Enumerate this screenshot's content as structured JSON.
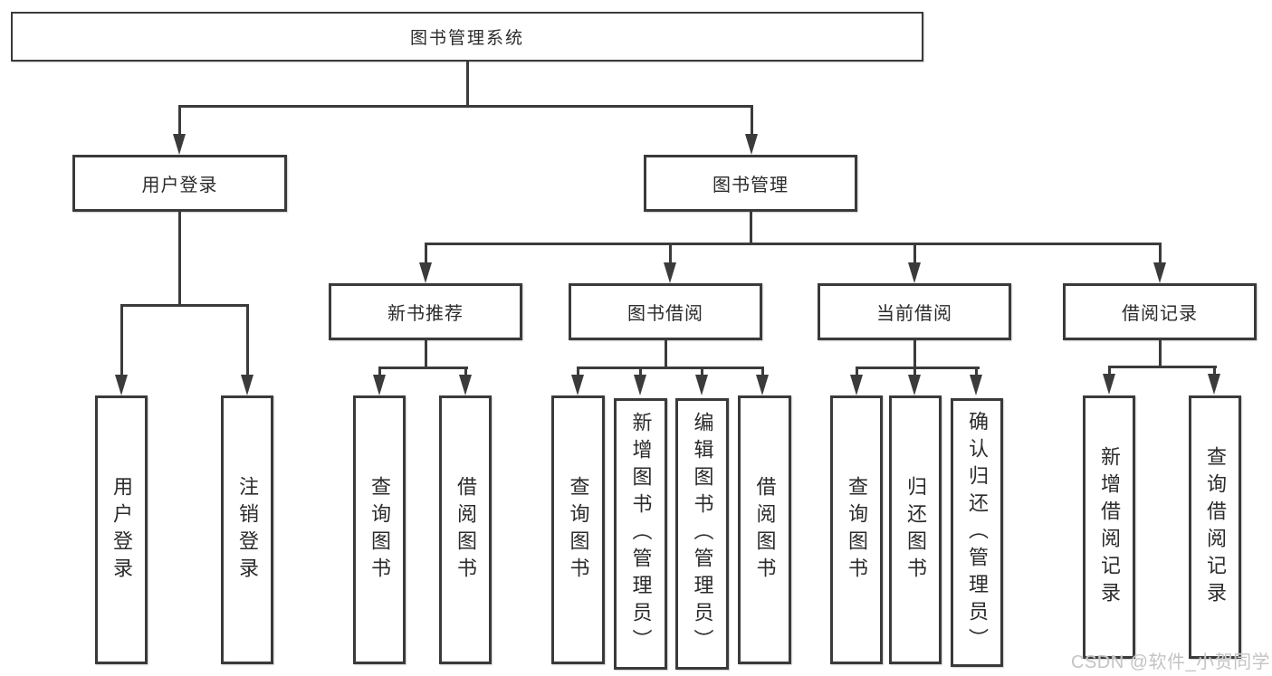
{
  "tree": {
    "label": "图书管理系统",
    "children": [
      {
        "label": "用户登录",
        "children": [
          {
            "label": "用户登录"
          },
          {
            "label": "注销登录"
          }
        ]
      },
      {
        "label": "图书管理",
        "children": [
          {
            "label": "新书推荐",
            "children": [
              {
                "label": "查询图书"
              },
              {
                "label": "借阅图书"
              }
            ]
          },
          {
            "label": "图书借阅",
            "children": [
              {
                "label": "查询图书"
              },
              {
                "label": "新增图书（管理员）"
              },
              {
                "label": "编辑图书（管理员）"
              },
              {
                "label": "借阅图书"
              }
            ]
          },
          {
            "label": "当前借阅",
            "children": [
              {
                "label": "查询图书"
              },
              {
                "label": "归还图书"
              },
              {
                "label": "确认归还（管理员）"
              }
            ]
          },
          {
            "label": "借阅记录",
            "children": [
              {
                "label": "新增借阅记录"
              },
              {
                "label": "查询借阅记录"
              }
            ]
          }
        ]
      }
    ]
  },
  "watermark": {
    "text": "CSDN @软件_小贺同学"
  },
  "colors": {
    "background": "#ffffff",
    "line": "#3b3b3b",
    "box_border": "#3a3a3a",
    "text": "#2b2b2b",
    "watermark_text": "#c4c4c4"
  }
}
